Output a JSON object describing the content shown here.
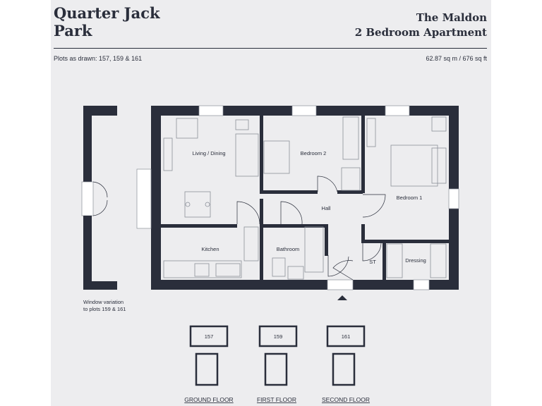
{
  "development": {
    "line1": "Quarter Jack",
    "line2": "Park"
  },
  "house_type": {
    "line1": "The Maldon",
    "line2": "2 Bedroom Apartment"
  },
  "plots": "Plots as drawn: 157, 159 & 161",
  "area": "62.87 sq m / 676 sq ft",
  "rooms": {
    "living_dining": "Living / Dining",
    "bedroom2": "Bedroom 2",
    "bedroom1": "Bedroom 1",
    "hall": "Hall",
    "kitchen": "Kitchen",
    "bathroom": "Bathroom",
    "store": "ST",
    "dressing": "Dressing"
  },
  "window_variation": {
    "line1": "Window variation",
    "line2": "to plots 159 & 161"
  },
  "key_plans": [
    {
      "floor": "GROUND FLOOR",
      "plot": "157"
    },
    {
      "floor": "FIRST FLOOR",
      "plot": "159"
    },
    {
      "floor": "SECOND FLOOR",
      "plot": "161"
    }
  ],
  "colors": {
    "ink": "#2a2e3b",
    "sheet": "#ededef",
    "fixture": "#8a8f99"
  }
}
